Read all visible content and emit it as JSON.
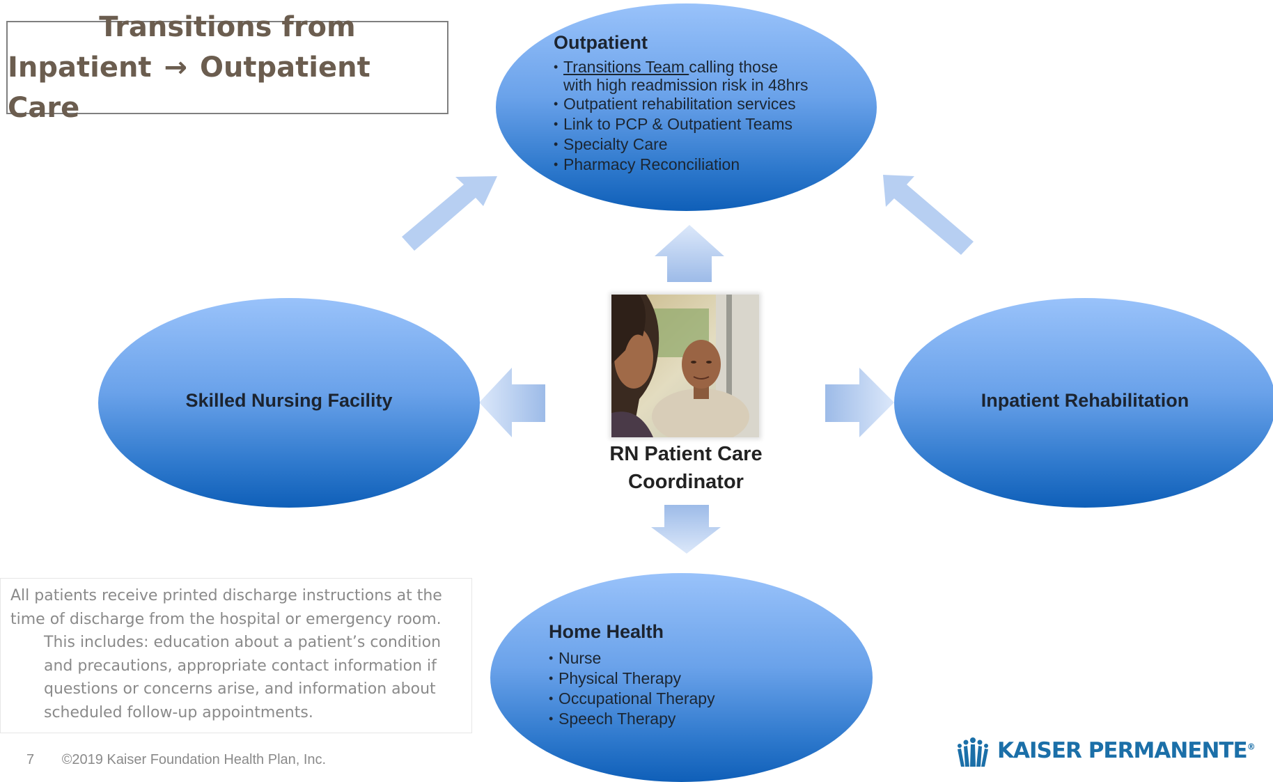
{
  "title": {
    "line1": "Transitions from",
    "line2_left": "Inpatient",
    "line2_arrow": "→",
    "line2_right": "Outpatient Care"
  },
  "outpatient": {
    "title": "Outpatient",
    "bullet1_underlined": "Transitions Team ",
    "bullet1_rest": "calling those",
    "bullet1_line2": "with high readmission risk in 48hrs",
    "bullets": [
      "Outpatient rehabilitation services",
      "Link to PCP & Outpatient Teams",
      "Specialty Care",
      "Pharmacy Reconciliation"
    ]
  },
  "skilled_nursing": {
    "title": "Skilled Nursing Facility"
  },
  "inpatient_rehab": {
    "title": "Inpatient Rehabilitation"
  },
  "center": {
    "line1": "RN Patient Care",
    "line2": "Coordinator"
  },
  "home_health": {
    "title": "Home Health",
    "bullets": [
      "Nurse",
      "Physical Therapy",
      "Occupational Therapy",
      "Speech Therapy"
    ]
  },
  "note": {
    "para1": "All patients receive printed discharge instructions at the time of discharge from the hospital or emergency room.",
    "para2": "This includes: education about a patient’s condition and precautions, appropriate contact information if questions or concerns arise, and information about scheduled follow-up appointments."
  },
  "footer": {
    "page": "7",
    "copyright": "©2019 Kaiser Foundation Health Plan, Inc."
  },
  "logo": {
    "text": "KAISER PERMANENTE",
    "mark": "®"
  },
  "colors": {
    "ellipse_top": "#99c2fa",
    "ellipse_bottom": "#0f5fb8",
    "arrow": "#a8c6f0",
    "title_text": "#6b5d4f",
    "logo": "#1b6fa8"
  }
}
